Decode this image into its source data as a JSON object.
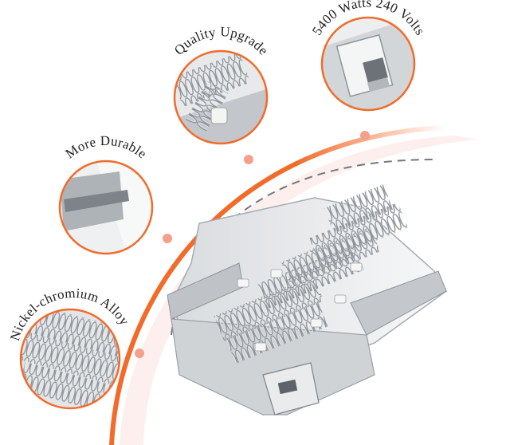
{
  "labels": {
    "quality": "Quality Upgrade",
    "watts": "5400 Watts 240 Volts",
    "durable": "More Durable",
    "alloy": "Nickel-chromium Alloy"
  },
  "colors": {
    "accent_orange": "#f26b2a",
    "accent_pink": "#f3a89a",
    "dash_gray": "#777777",
    "metal_light": "#e6e8ea",
    "metal_dark": "#9aa0a6"
  }
}
